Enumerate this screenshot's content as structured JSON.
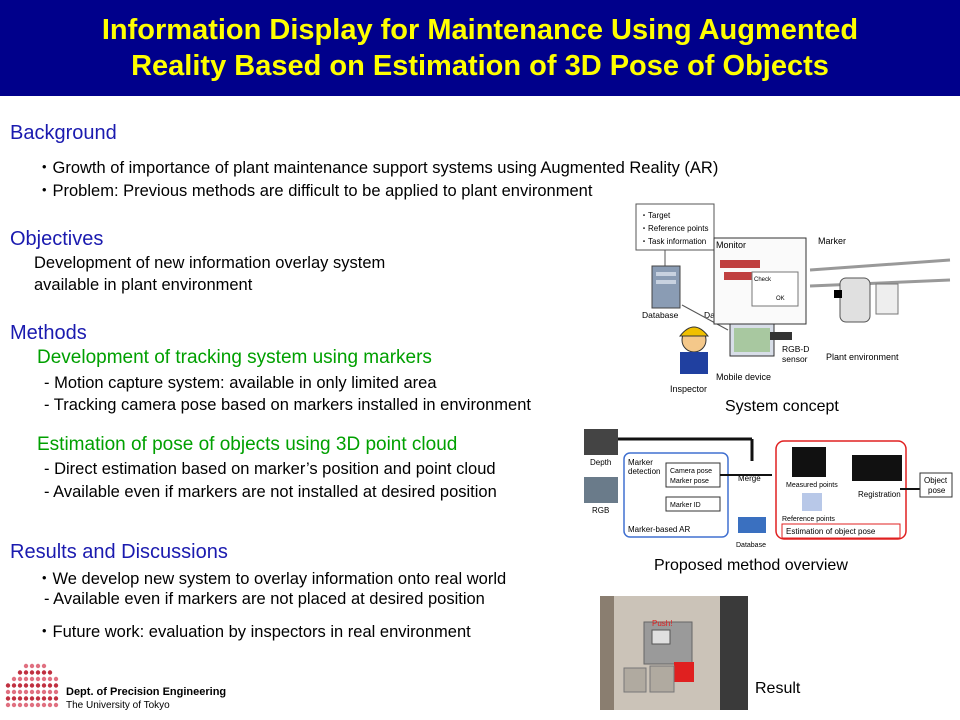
{
  "title": {
    "line1": "Information Display for Maintenance Using Augmented",
    "line2": "Reality Based on Estimation of 3D Pose of Objects"
  },
  "background": {
    "heading": "Background",
    "items": [
      "・Growth of importance of plant maintenance support systems using Augmented Reality (AR)",
      "・Problem: Previous methods are difficult to be applied to plant environment"
    ]
  },
  "objectives": {
    "heading": "Objectives",
    "lines": [
      "Development of new information overlay system",
      "available in plant environment"
    ]
  },
  "methods": {
    "heading": "Methods",
    "sub1": {
      "title": "Development of tracking system using markers",
      "items": [
        "- Motion capture system: available in only limited area",
        "- Tracking camera pose based on markers installed in environment"
      ]
    },
    "sub2": {
      "title": "Estimation of pose of objects using 3D point cloud",
      "items": [
        "- Direct estimation based on marker’s position and point cloud",
        "- Available even if markers are not installed at desired position"
      ]
    }
  },
  "results": {
    "heading": "Results and Discussions",
    "items": [
      "・We develop new system to overlay information onto real world",
      "- Available even if markers are not placed at desired position",
      "・Future work: evaluation by inspectors in real environment"
    ]
  },
  "figures": {
    "system_concept": {
      "caption": "System concept",
      "info_box": [
        "・Target",
        "・Reference points",
        "・Task information"
      ],
      "monitor": "Monitor",
      "marker": "Marker",
      "check": "Check",
      "ok": "OK",
      "database": "Database",
      "data": "Data",
      "rgbd_1": "RGB-D",
      "rgbd_2": "sensor",
      "plant": "Plant environment",
      "inspector": "Inspector",
      "mobile": "Mobile device"
    },
    "method_overview": {
      "caption": "Proposed method overview",
      "depth": "Depth",
      "rgb": "RGB",
      "marker_detection_1": "Marker",
      "marker_detection_2": "detection",
      "camera_pose": "Camera pose",
      "marker_pose": "Marker pose",
      "marker_id": "Marker ID",
      "marker_ar": "Marker-based AR",
      "merge": "Merge",
      "measured": "Measured points",
      "reference": "Reference points",
      "registration": "Registration",
      "estimation": "Estimation of object pose",
      "object_1": "Object",
      "object_2": "pose",
      "database": "Database"
    },
    "result": {
      "caption": "Result",
      "push": "Push!"
    }
  },
  "logo": {
    "line1": "Dept. of Precision Engineering",
    "line2": "The University of Tokyo"
  }
}
